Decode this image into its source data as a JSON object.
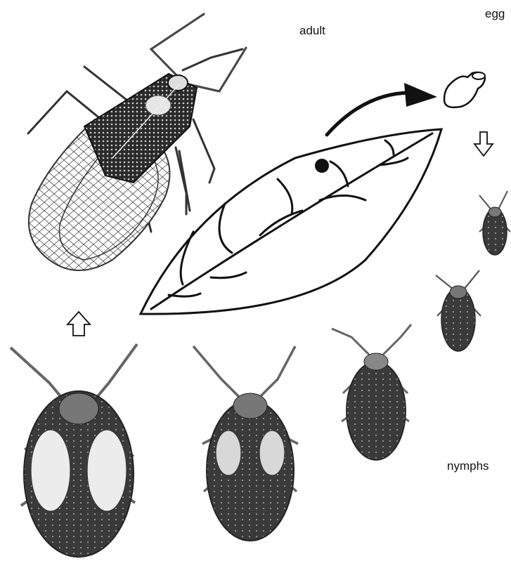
{
  "labels": {
    "egg": "egg",
    "adult": "adult",
    "nymphs": "nymphs"
  },
  "stages": [
    "egg",
    "nymph 1",
    "nymph 2",
    "nymph 3",
    "nymph 4",
    "nymph 5",
    "adult"
  ],
  "colors": {
    "ink": "#111111",
    "insect_dark": "#3a3a3a",
    "insect_mid": "#6a6a6a",
    "wing_pad": "#e8e8e8",
    "background": "#ffffff"
  }
}
